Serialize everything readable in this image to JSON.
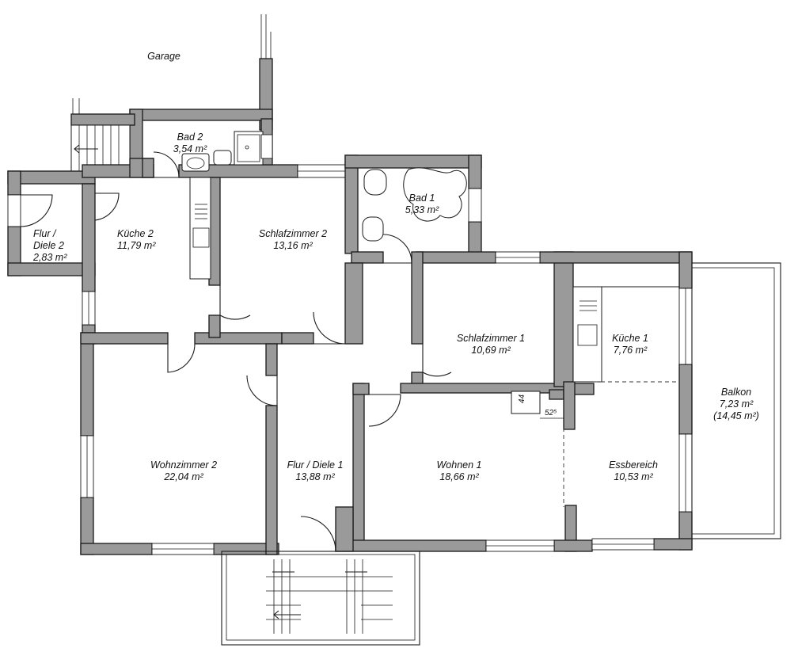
{
  "garage_label": "Garage",
  "rooms": [
    {
      "name": "Bad 2",
      "area": "3,54 m²"
    },
    {
      "name": "Bad 1",
      "area": "5,33 m²"
    },
    {
      "name": "Flur /",
      "name2": "Diele 2",
      "area": "2,83 m²"
    },
    {
      "name": "Küche 2",
      "area": "11,79 m²"
    },
    {
      "name": "Schlafzimmer 2",
      "area": "13,16 m²"
    },
    {
      "name": "Schlafzimmer 1",
      "area": "10,69 m²"
    },
    {
      "name": "Küche 1",
      "area": "7,76 m²"
    },
    {
      "name": "Balkon",
      "area": "7,23 m²",
      "area2": "(14,45 m²)"
    },
    {
      "name": "Wohnzimmer 2",
      "area": "22,04 m²"
    },
    {
      "name": "Flur / Diele 1",
      "area": "13,88 m²"
    },
    {
      "name": "Wohnen 1",
      "area": "18,66 m²"
    },
    {
      "name": "Essbereich",
      "area": "10,53 m²"
    }
  ],
  "dimensions": {
    "chimney_depth": "44",
    "chimney_width": "52⁵"
  }
}
